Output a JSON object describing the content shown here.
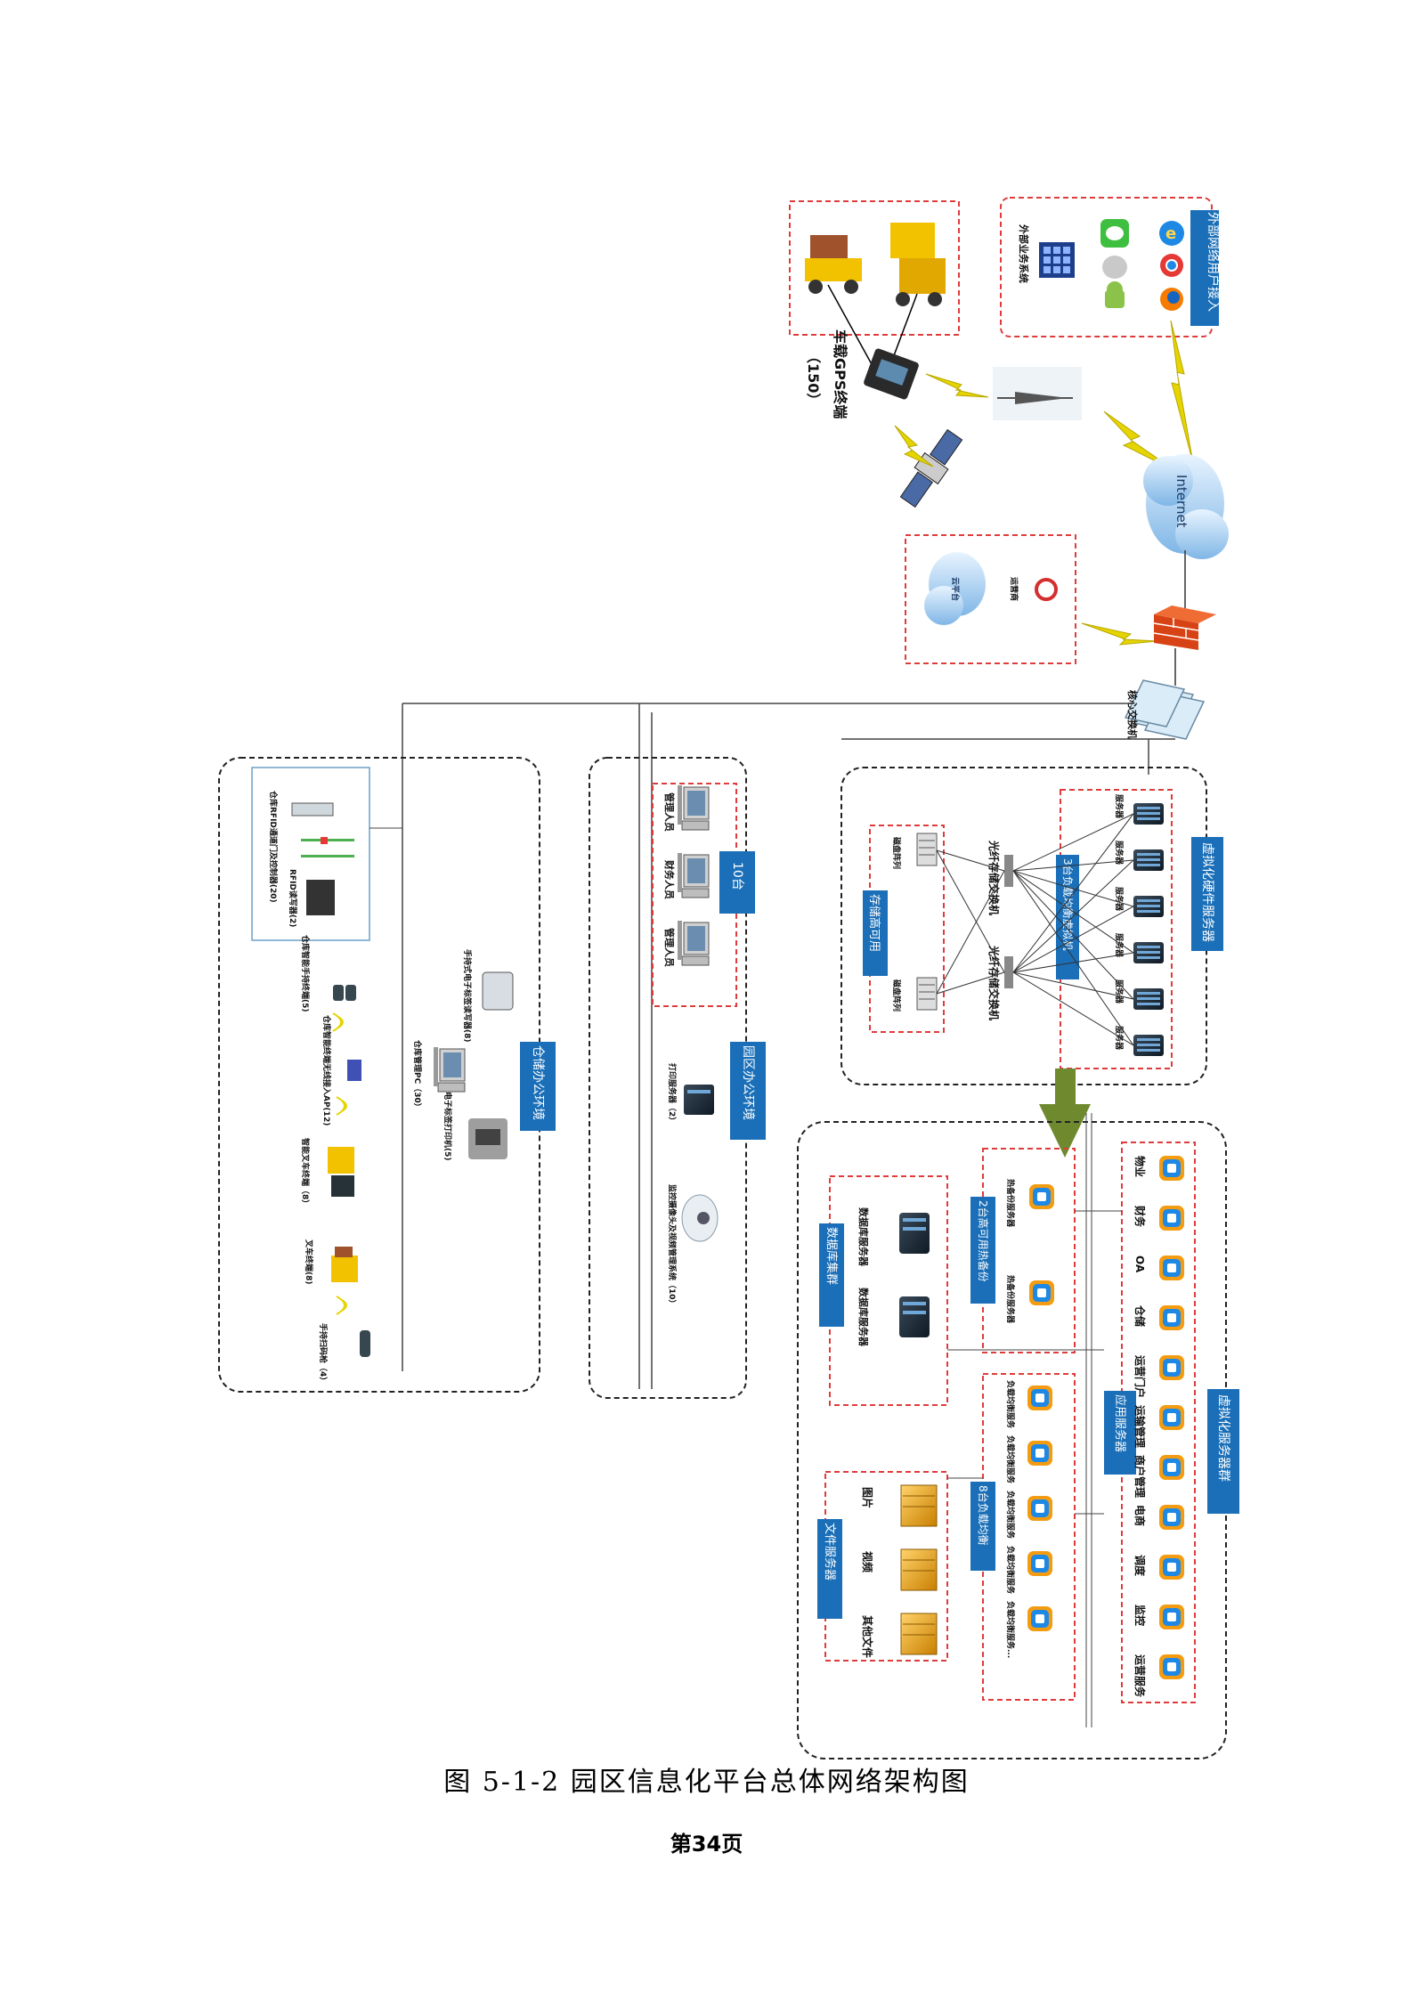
{
  "caption": "图 5-1-2 园区信息化平台总体网络架构图",
  "page_number": "第34页",
  "colors": {
    "accent_blue": "#1a6fb8",
    "dashed_red": "#e03b3b",
    "dashed_black": "#222222",
    "lightning": "#e5d400",
    "arrow_green": "#6f8a2e"
  },
  "diagram": {
    "internet": "Internet",
    "outer_users_box": {
      "title": "外部网络用户接入",
      "outside_system": "外部业务系统",
      "icons": [
        "wechat-icon",
        "apple-icon",
        "android-icon",
        "ie-icon",
        "chrome-icon",
        "firefox-icon"
      ]
    },
    "gps": {
      "label": "车载GPS终端",
      "count": "（150）"
    },
    "cloud_box": {
      "cloud": "云平台",
      "ops": "运营商"
    },
    "core_switch": "核心交换机",
    "virtual_hardware_cluster": {
      "title": "虚拟化硬件服务器",
      "lb_vm": "3台负载均衡虚拟机",
      "switch_1": "光纤存储交换机",
      "switch_2": "光纤存储交换机",
      "storage_title": "存储高可用",
      "storage_1": "磁盘阵列",
      "storage_2": "磁盘阵列",
      "server_label": "服务器",
      "server_count": 6
    },
    "virtual_server_cluster": {
      "title": "虚拟化服务器群",
      "app_server_tag": "应用服务器",
      "apps": [
        "物业",
        "财务",
        "OA",
        "仓储",
        "运营门户",
        "运输管理",
        "商户管理",
        "电商",
        "调度",
        "监控",
        "运营服务"
      ],
      "hot_standby_title": "2台高可用热备份",
      "hot_standby_items": [
        "热备份服务器",
        "热备份服务器"
      ],
      "lb8_title": "8台负载均衡",
      "lb8_items": [
        "负载均衡服务",
        "负载均衡服务",
        "负载均衡服务",
        "负载均衡服务",
        "负载均衡服务..."
      ],
      "db_cluster_title": "数据库集群",
      "db_items": [
        "数据库服务器",
        "数据库服务器"
      ],
      "file_server_title": "文件服务器",
      "file_items": [
        "图片",
        "视频",
        "其他文件"
      ]
    },
    "park_office": {
      "title": "园区办公环境",
      "count_tag": "10台",
      "pcs": [
        "管理人员",
        "财务人员",
        "管理人员"
      ],
      "printer": "打印服务器（2）",
      "camera": "监控摄像头及视频管理系统（10）"
    },
    "warehouse_office": {
      "title": "仓储办公环境",
      "rfid_box": [
        "仓库RFID通道门及控制器(20)",
        "RFID读写器(2)"
      ],
      "warehouse_pc": "仓库管理PC（30）",
      "reader": "手持式电子标签读写器(8)",
      "printer": "电子标签打印机(5)",
      "ap": "仓库智能终端无线接入AP(12)",
      "ap_reader": "仓库智能手持终端(5)",
      "forklift_1": "智能叉车终端（8）",
      "forklift_2": "叉车终端(8)",
      "scanner": "手持扫码枪（4）"
    }
  }
}
